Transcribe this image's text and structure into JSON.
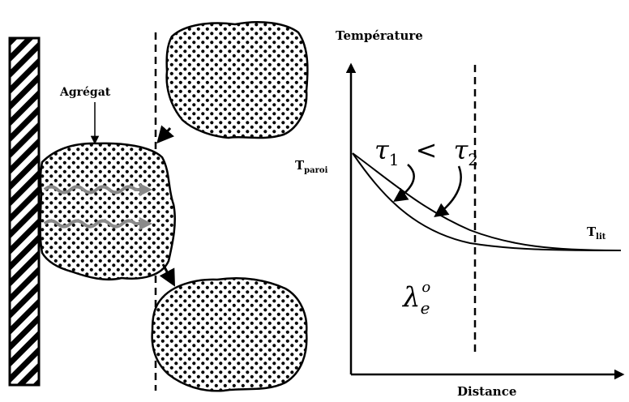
{
  "diagram": {
    "aggregate_label": "Agrégat",
    "y_axis_label": "Température",
    "x_axis_label": "Distance",
    "t_wall_base": "T",
    "t_wall_sub": "paroi",
    "t_bed_base": "T",
    "t_bed_sub": "lit",
    "tau_1": "τ",
    "tau_1_sub": "1",
    "less_than": "<",
    "tau_2": "τ",
    "tau_2_sub": "2",
    "lambda_base": "λ",
    "lambda_sub": "e",
    "lambda_sup": "o"
  }
}
